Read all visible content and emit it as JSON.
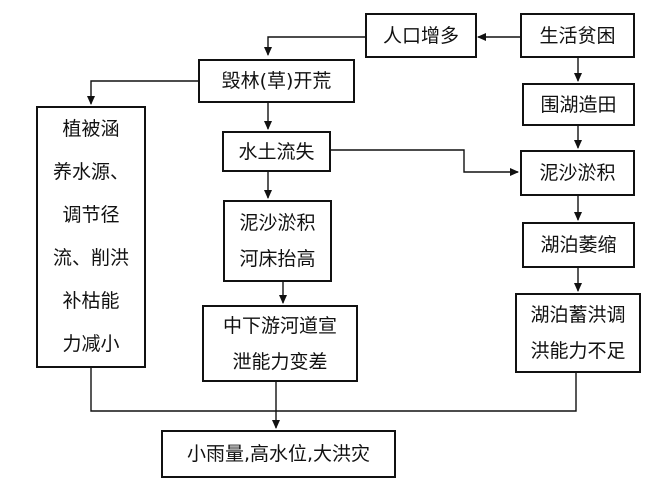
{
  "diagram": {
    "nodes": {
      "population": "人口增多",
      "poverty": "生活贫困",
      "deforest": "毁林(草)开荒",
      "reclaim": "围湖造田",
      "soil_loss": "水土流失",
      "silt_right": "泥沙淤积",
      "vegetation": [
        "植被涵",
        "养水源、",
        "调节径",
        "流、削洪",
        "补枯能",
        "力减小"
      ],
      "silt_riverbed": [
        "泥沙淤积",
        "河床抬高"
      ],
      "lake_shrink": "湖泊萎缩",
      "discharge": [
        "中下游河道宣",
        "泄能力变差"
      ],
      "lake_storage": [
        "湖泊蓄洪调",
        "洪能力不足"
      ],
      "result": "小雨量,高水位,大洪灾"
    }
  }
}
